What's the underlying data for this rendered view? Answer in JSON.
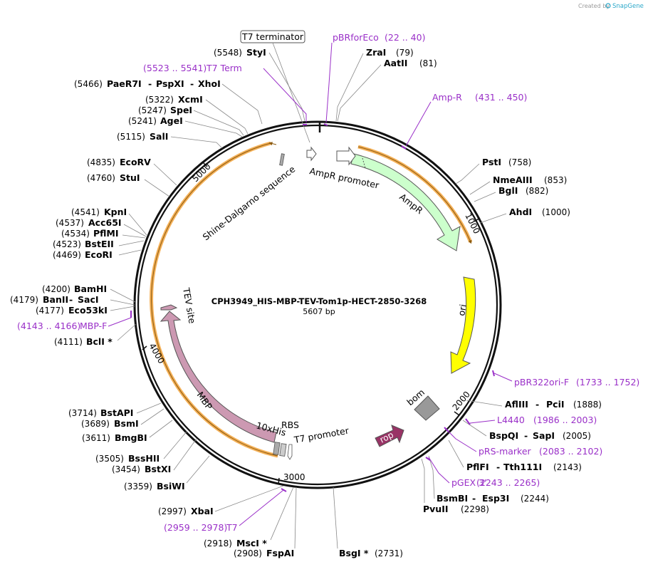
{
  "credit": {
    "prefix": "Created by",
    "brand": "SnapGene"
  },
  "plasmid": {
    "name": "CPH3949_HIS-MBP-TEV-Tom1p-HECT-2850-3268",
    "length": "5607 bp"
  },
  "terminator_box": "T7 terminator",
  "tick_labels": [
    "1000",
    "2000",
    "3000",
    "4000",
    "5000"
  ],
  "enzymes_right": [
    {
      "name": "ZraI",
      "pos": "(79)"
    },
    {
      "name": "AatII",
      "pos": "(81)"
    },
    {
      "name": "PstI",
      "pos": "(758)"
    },
    {
      "name": "NmeAIII",
      "pos": "(853)"
    },
    {
      "name": "BglI",
      "pos": "(882)"
    },
    {
      "name": "AhdI",
      "pos": "(1000)"
    },
    {
      "name": "AflIII",
      "name2": "PciI",
      "pos": "(1888)"
    },
    {
      "name": "BspQI",
      "name2": "SapI",
      "pos": "(2005)"
    },
    {
      "name": "PflFI",
      "name2": "Tth111I",
      "pos": "(2143)"
    },
    {
      "name": "BsmBI",
      "name2": "Esp3I",
      "pos": "(2244)"
    },
    {
      "name": "PvuII",
      "pos": "(2298)"
    },
    {
      "name": "BsgI *",
      "pos": "(2731)"
    }
  ],
  "enzymes_left": [
    {
      "name": "StyI",
      "pos": "(5548)"
    },
    {
      "name": "PaeR7I",
      "name2": "PspXI",
      "name3": "XhoI",
      "pos": "(5466)"
    },
    {
      "name": "XcmI",
      "pos": "(5322)"
    },
    {
      "name": "SpeI",
      "pos": "(5247)"
    },
    {
      "name": "AgeI",
      "pos": "(5241)"
    },
    {
      "name": "SalI",
      "pos": "(5115)"
    },
    {
      "name": "EcoRV",
      "pos": "(4835)"
    },
    {
      "name": "StuI",
      "pos": "(4760)"
    },
    {
      "name": "KpnI",
      "pos": "(4541)"
    },
    {
      "name": "Acc65I",
      "pos": "(4537)"
    },
    {
      "name": "PflMI",
      "pos": "(4534)"
    },
    {
      "name": "BstEII",
      "pos": "(4523)"
    },
    {
      "name": "EcoRI",
      "pos": "(4469)"
    },
    {
      "name": "BamHI",
      "pos": "(4200)"
    },
    {
      "name": "BanII",
      "name2": "SacI",
      "pos": "(4179)"
    },
    {
      "name": "Eco53kI",
      "pos": "(4177)"
    },
    {
      "name": "BclI *",
      "pos": "(4111)"
    },
    {
      "name": "BstAPI",
      "pos": "(3714)"
    },
    {
      "name": "BsmI",
      "pos": "(3689)"
    },
    {
      "name": "BmgBI",
      "pos": "(3611)"
    },
    {
      "name": "BssHII",
      "pos": "(3505)"
    },
    {
      "name": "BstXI",
      "pos": "(3454)"
    },
    {
      "name": "BsiWI",
      "pos": "(3359)"
    },
    {
      "name": "XbaI",
      "pos": "(2997)"
    },
    {
      "name": "MscI *",
      "pos": "(2918)"
    },
    {
      "name": "FspAI",
      "pos": "(2908)"
    }
  ],
  "primers": [
    {
      "name": "pBRforEco",
      "range": "(22 .. 40)"
    },
    {
      "name": "T7 Term",
      "range": "(5523 .. 5541)"
    },
    {
      "name": "Amp-R",
      "range": "(431 .. 450)"
    },
    {
      "name": "MBP-F",
      "range": "(4143 .. 4166)"
    },
    {
      "name": "pBR322ori-F",
      "range": "(1733 .. 1752)"
    },
    {
      "name": "L4440",
      "range": "(1986 .. 2003)"
    },
    {
      "name": "pRS-marker",
      "range": "(2083 .. 2102)"
    },
    {
      "name": "pGEX 3'",
      "range": "(2243 .. 2265)"
    },
    {
      "name": "T7",
      "range": "(2959 .. 2978)"
    }
  ],
  "features": {
    "ampr_promoter": "AmpR promoter",
    "ampr": "AmpR",
    "ori": "ori",
    "bom": "bom",
    "rop": "rop",
    "t7_promoter": "T7 promoter",
    "rbs": "RBS",
    "his": "10xHis",
    "mbp": "MBP",
    "tev": "TEV site",
    "shine": "Shine-Dalgarno sequence"
  },
  "colors": {
    "ampr": "#ccffcc",
    "ori": "#ffff00",
    "rop": "#993366",
    "mbp": "#cc99b2",
    "bom": "#999999",
    "orange_arc": "#f2a23a",
    "primer": "#9a30c8"
  }
}
